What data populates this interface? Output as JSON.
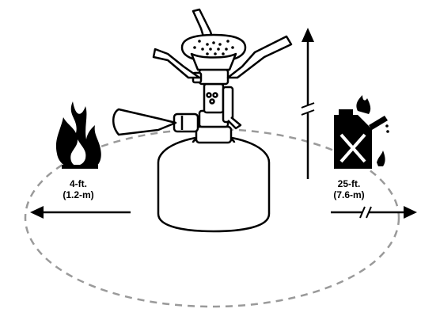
{
  "labels": {
    "fire_distance_ft": "4-ft.",
    "fire_distance_m": "(1.2-m)",
    "fuel_distance_ft": "25-ft.",
    "fuel_distance_m": "(7.6-m)"
  },
  "icons": {
    "fire": "flame-icon",
    "fuel": "fuel-can-icon",
    "stove": "stove-icon"
  },
  "colors": {
    "line": "#000000",
    "dashed_circle": "#9a9a9a",
    "background": "#ffffff"
  }
}
